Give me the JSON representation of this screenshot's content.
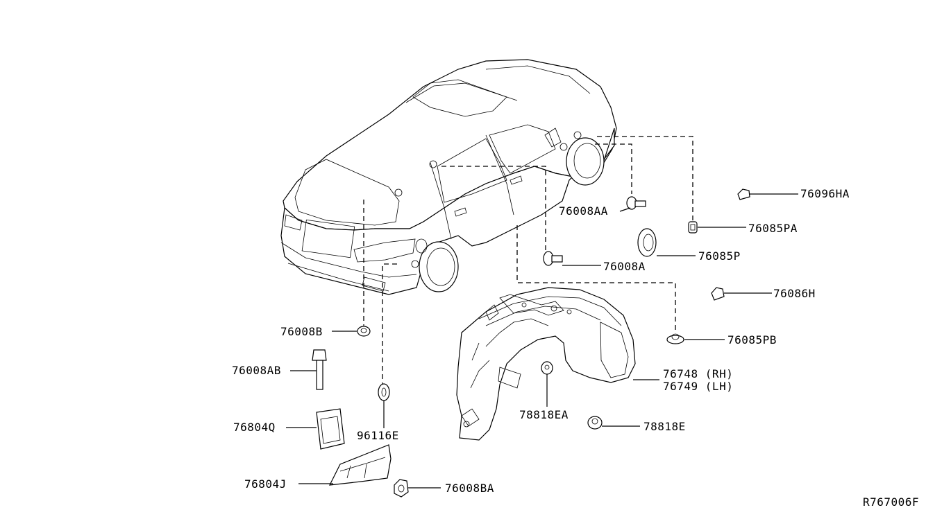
{
  "diagram_id": "R767006F",
  "labels": {
    "p76096HA": "76096HA",
    "p76008AA": "76008AA",
    "p76085PA": "76085PA",
    "p76085P": "76085P",
    "p76008A": "76008A",
    "p76086H": "76086H",
    "p76085PB": "76085PB",
    "p76008B": "76008B",
    "p76748": "76748 (RH)",
    "p76749": "76749 (LH)",
    "p76008AB": "76008AB",
    "p78818EA": "78818EA",
    "p76804Q": "76804Q",
    "p96116E": "96116E",
    "p78818E": "78818E",
    "p76804J": "76804J",
    "p76008BA": "76008BA"
  }
}
